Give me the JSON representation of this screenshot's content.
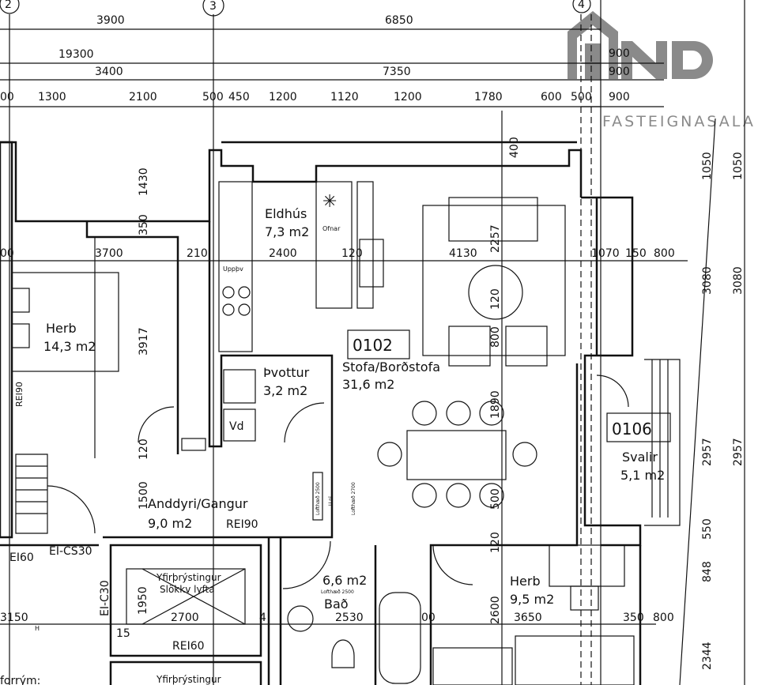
{
  "grid_markers": [
    "2",
    "3",
    "4"
  ],
  "dimensions": {
    "top_row1": [
      "3900",
      "6850"
    ],
    "top_row2": [
      "19300",
      "900"
    ],
    "top_row3": [
      "3400",
      "7350",
      "900"
    ],
    "top_row4": [
      "00",
      "1300",
      "2100",
      "500",
      "450",
      "1200",
      "1120",
      "1200",
      "1780",
      "600",
      "500",
      "900"
    ],
    "mid_row": [
      "00",
      "3700",
      "210",
      "2400",
      "120",
      "4130",
      "1070",
      "150",
      "800"
    ],
    "right_col_a": [
      "1050",
      "3080",
      "2957",
      "550",
      "848",
      "2344"
    ],
    "right_col_b": [
      "1050",
      "3080",
      "2957"
    ],
    "vertical": [
      "1430",
      "350",
      "3917",
      "120",
      "1500",
      "2257",
      "120",
      "800",
      "1890",
      "500",
      "120",
      "400",
      "2600",
      "1950"
    ],
    "bottom_row": [
      "3150",
      "2530",
      "00",
      "3650",
      "350",
      "800",
      "2700",
      "15",
      "4"
    ]
  },
  "rooms": [
    {
      "name": "Herb",
      "area": "14,3 m2"
    },
    {
      "name": "Eldhús",
      "area": "7,3 m2"
    },
    {
      "name": "Þvottur",
      "area": "3,2 m2"
    },
    {
      "name": "Stofa/Borðstofa",
      "area": "31,6 m2",
      "number": "0102"
    },
    {
      "name": "Svalir",
      "area": "5,1 m2",
      "number": "0106"
    },
    {
      "name": "Anddyri/Gangur",
      "area": "9,0 m2"
    },
    {
      "name": "Bað",
      "area": "6,6 m2"
    },
    {
      "name": "Herb",
      "area": "9,5 m2"
    }
  ],
  "labels": {
    "rei90_a": "REI90",
    "rei90_b": "REI90",
    "ei_cs30": "EI-CS30",
    "ei60": "EI60",
    "ei_c30": "EI-C30",
    "rei60": "REI60",
    "lift_1a": "Yfirþrýstingur",
    "lift_1b": "Slökkv lyfta",
    "lift_2a": "Yfirþrýstingur",
    "ofnar": "Ofnar",
    "uppthv": "Uppþv",
    "vd": "Vd",
    "h": "H",
    "lofthaed_bad": "Lofthæð 2500",
    "lofthaed_1": "Lofthæð 2500",
    "lofthaed_2": "Lofthæð 2700",
    "u_nl": "U nl",
    "forrymi": "forrým:"
  },
  "watermark": {
    "logo": "LIND",
    "subtitle": "FASTEIGNASALA",
    "color": "#8a8a8a"
  }
}
